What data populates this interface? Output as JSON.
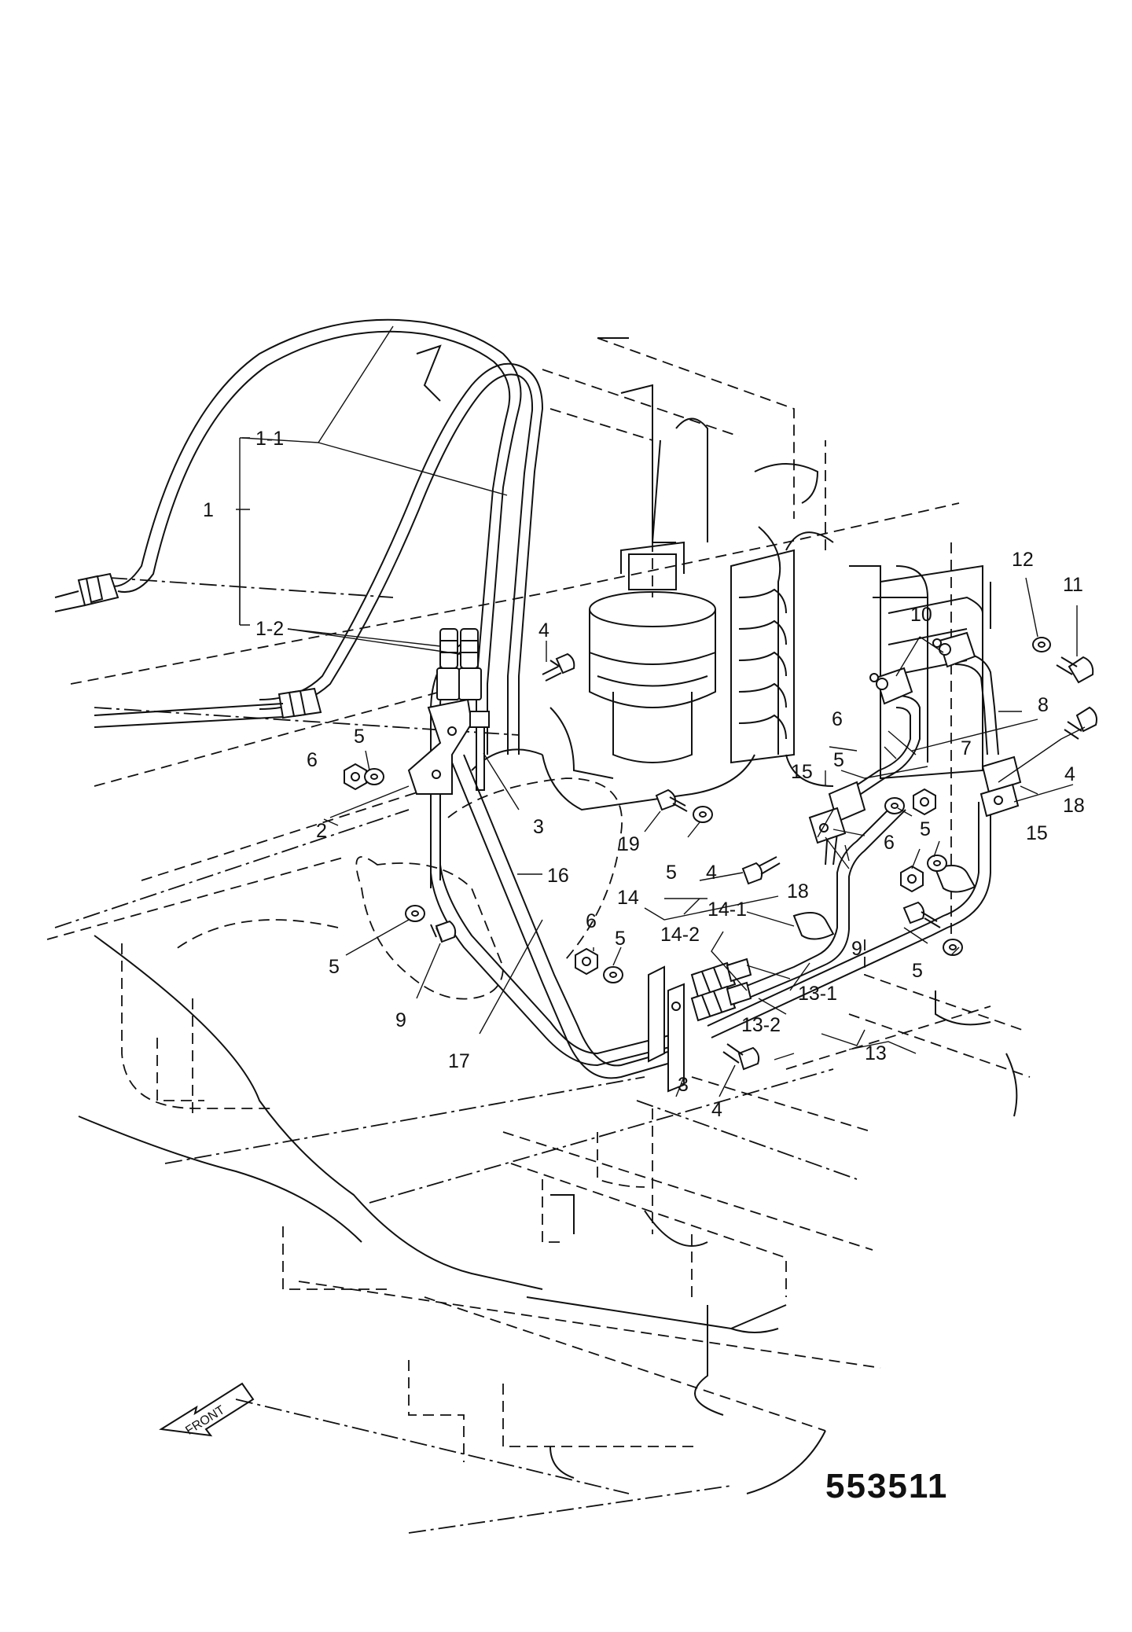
{
  "diagram_number": "553511",
  "front_label": "FRONT",
  "callouts": [
    {
      "id": "c1-1",
      "text": "1-1"
    },
    {
      "id": "c1",
      "text": "1"
    },
    {
      "id": "c1-2",
      "text": "1-2"
    },
    {
      "id": "c4a",
      "text": "4"
    },
    {
      "id": "c5a",
      "text": "5"
    },
    {
      "id": "c6a",
      "text": "6"
    },
    {
      "id": "c2",
      "text": "2"
    },
    {
      "id": "c3a",
      "text": "3"
    },
    {
      "id": "c16",
      "text": "16"
    },
    {
      "id": "c19",
      "text": "19"
    },
    {
      "id": "c5b",
      "text": "5"
    },
    {
      "id": "c4b",
      "text": "4"
    },
    {
      "id": "c18a",
      "text": "18"
    },
    {
      "id": "c14",
      "text": "14"
    },
    {
      "id": "c14-1",
      "text": "14-1"
    },
    {
      "id": "c14-2",
      "text": "14-2"
    },
    {
      "id": "c6b",
      "text": "6"
    },
    {
      "id": "c5c",
      "text": "5"
    },
    {
      "id": "c5d",
      "text": "5"
    },
    {
      "id": "c9a",
      "text": "9"
    },
    {
      "id": "c17",
      "text": "17"
    },
    {
      "id": "c13-1",
      "text": "13-1"
    },
    {
      "id": "c13-2",
      "text": "13-2"
    },
    {
      "id": "c13",
      "text": "13"
    },
    {
      "id": "c3b",
      "text": "3"
    },
    {
      "id": "c4c",
      "text": "4"
    },
    {
      "id": "c9b",
      "text": "9"
    },
    {
      "id": "c5e",
      "text": "5"
    },
    {
      "id": "c15a",
      "text": "15"
    },
    {
      "id": "c6c",
      "text": "6"
    },
    {
      "id": "c5f",
      "text": "5"
    },
    {
      "id": "c7",
      "text": "7"
    },
    {
      "id": "c5g",
      "text": "5"
    },
    {
      "id": "c6d",
      "text": "6"
    },
    {
      "id": "c10",
      "text": "10"
    },
    {
      "id": "c12",
      "text": "12"
    },
    {
      "id": "c11",
      "text": "11"
    },
    {
      "id": "c8",
      "text": "8"
    },
    {
      "id": "c4d",
      "text": "4"
    },
    {
      "id": "c18b",
      "text": "18"
    },
    {
      "id": "c15b",
      "text": "15"
    }
  ]
}
